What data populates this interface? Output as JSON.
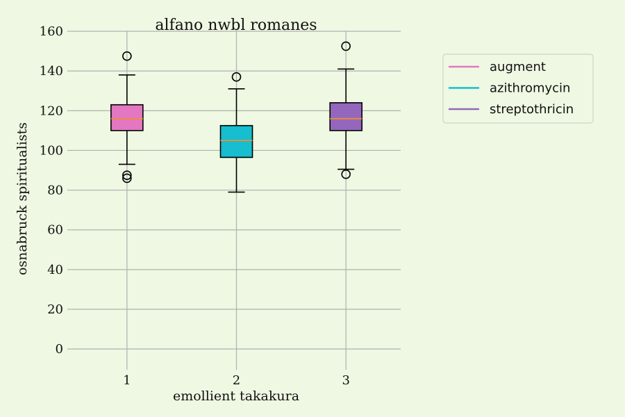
{
  "chart_data": {
    "type": "box",
    "title": "alfano nwbl romanes",
    "xlabel": "emollient takakura",
    "ylabel": "osnabruck spiritualists",
    "ylim": [
      -8,
      160
    ],
    "yticks": [
      0,
      20,
      40,
      60,
      80,
      100,
      120,
      140,
      160
    ],
    "xticks": [
      "1",
      "2",
      "3"
    ],
    "grid": true,
    "legend_position": "top-right, outside plot",
    "median_color": "#f28e2b",
    "series": [
      {
        "name": "augment",
        "color": "#e377c2",
        "position": 1,
        "whisker_low": 93,
        "q1": 110,
        "median": 116,
        "q3": 123,
        "whisker_high": 138,
        "outliers": [
          147.5,
          87.5,
          86
        ]
      },
      {
        "name": "azithromycin",
        "color": "#17becf",
        "position": 2,
        "whisker_low": 79,
        "q1": 96.5,
        "median": 105,
        "q3": 112.5,
        "whisker_high": 131,
        "outliers": [
          137
        ]
      },
      {
        "name": "streptothricin",
        "color": "#9467bd",
        "position": 3,
        "whisker_low": 90.5,
        "q1": 110,
        "median": 116,
        "q3": 124,
        "whisker_high": 141,
        "outliers": [
          152.5,
          88
        ]
      }
    ]
  }
}
